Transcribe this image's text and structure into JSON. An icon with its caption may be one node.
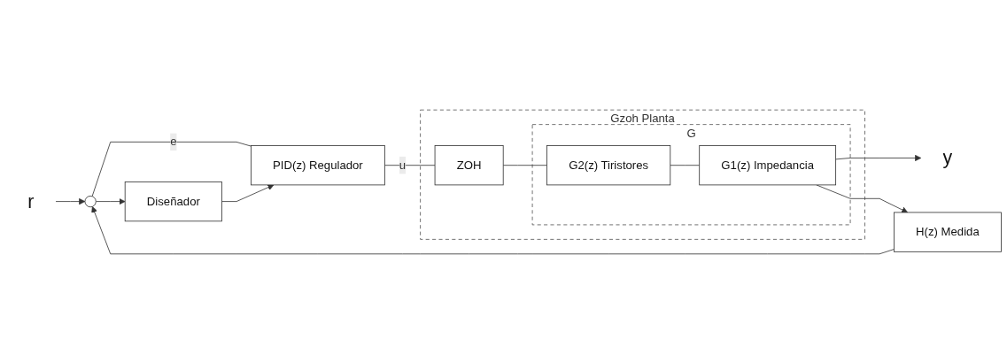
{
  "diagram": {
    "nodes": [
      {
        "text": [
          "r"
        ]
      },
      {
        "text": [],
        "shape": "circle"
      },
      {
        "text": [
          "Diseñador"
        ]
      },
      {
        "text": [
          "PID(z) Regulador"
        ]
      },
      {
        "text": [
          "Gzoh",
          "Planta"
        ]
      },
      {
        "text": [
          "ZOH"
        ],
        "in": 4
      },
      {
        "text": [
          "G"
        ],
        "in": 4
      },
      {
        "text": [
          "G2(z) Tiristores"
        ],
        "in": 6
      },
      {
        "text": [
          "G1(z) Impedancia"
        ],
        "in": 6
      },
      {
        "text": [
          "y"
        ]
      },
      {
        "text": [
          "H(z) Medida"
        ]
      }
    ],
    "edges": [
      {
        "from": 0,
        "to": 1,
        "arrow": "to"
      },
      {
        "from": 1,
        "to": 2,
        "arrow": "to"
      },
      {
        "from": 1,
        "to": 3,
        "arrow": "none",
        "label": "e"
      },
      {
        "from": 2,
        "to": 3,
        "arrow": "to"
      },
      {
        "from": 3,
        "to": 5,
        "arrow": "none",
        "label": "u"
      },
      {
        "from": 5,
        "to": 7,
        "arrow": "none"
      },
      {
        "from": 7,
        "to": 8,
        "arrow": "none"
      },
      {
        "from": 8,
        "to": 9,
        "arrow": "to"
      },
      {
        "from": 8,
        "to": 10,
        "arrow": "to"
      },
      {
        "from": 10,
        "to": 1,
        "arrow": "to"
      }
    ]
  }
}
